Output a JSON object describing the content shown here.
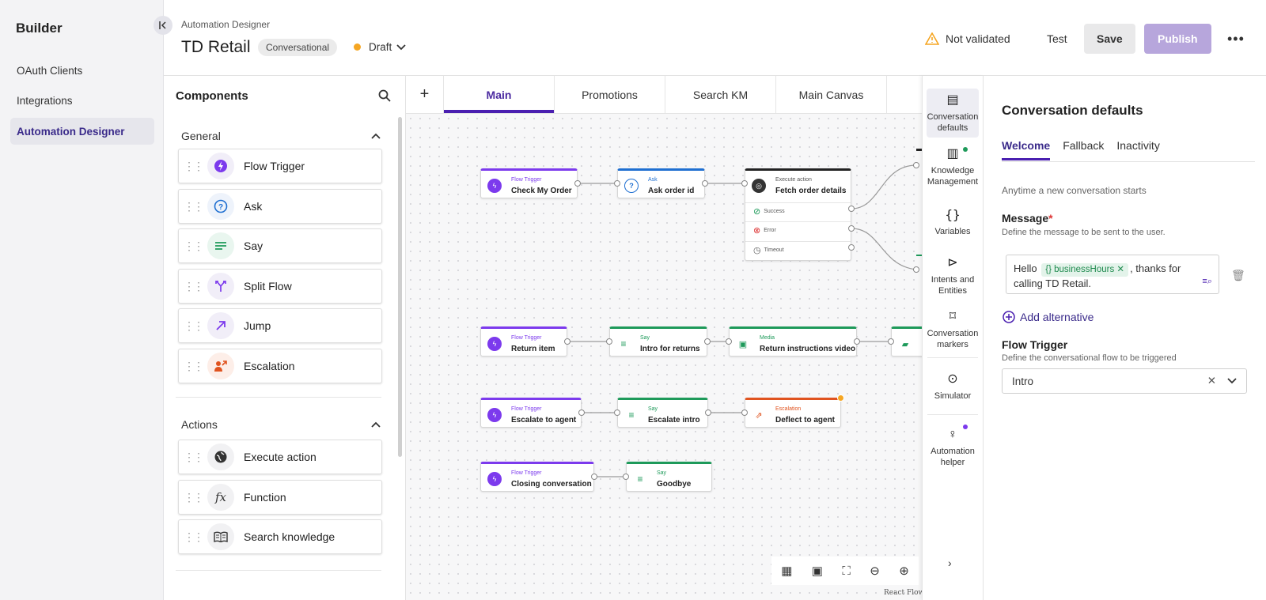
{
  "sidebar": {
    "brand": "Builder",
    "collapse_icon": "collapse-left-icon",
    "items": [
      {
        "label": "OAuth Clients",
        "active": false
      },
      {
        "label": "Integrations",
        "active": false
      },
      {
        "label": "Automation Designer",
        "active": true
      }
    ]
  },
  "header": {
    "breadcrumb": "Automation Designer",
    "title": "TD Retail",
    "type_badge": "Conversational",
    "status": "Draft",
    "status_color": "#f5a623",
    "validation": "Not validated",
    "test_label": "Test",
    "save_label": "Save",
    "publish_label": "Publish"
  },
  "components": {
    "title": "Components",
    "general": {
      "title": "General",
      "items": [
        {
          "label": "Flow Trigger",
          "icon": "bolt-icon"
        },
        {
          "label": "Ask",
          "icon": "question-icon"
        },
        {
          "label": "Say",
          "icon": "lines-icon"
        },
        {
          "label": "Split Flow",
          "icon": "split-icon"
        },
        {
          "label": "Jump",
          "icon": "arrow-up-right-icon"
        },
        {
          "label": "Escalation",
          "icon": "escalation-icon"
        }
      ]
    },
    "actions": {
      "title": "Actions",
      "items": [
        {
          "label": "Execute action",
          "icon": "globe-icon"
        },
        {
          "label": "Function",
          "icon": "function-icon"
        },
        {
          "label": "Search knowledge",
          "icon": "book-icon"
        }
      ]
    }
  },
  "canvas": {
    "tabs": [
      "Main",
      "Promotions",
      "Search KM",
      "Main Canvas"
    ],
    "active_tab": "Main",
    "nodes": {
      "n1": {
        "type": "Flow Trigger",
        "label": "Check My Order"
      },
      "n2": {
        "type": "Ask",
        "label": "Ask order id"
      },
      "n3": {
        "type": "Execute action",
        "label": "Fetch order details",
        "outcomes": [
          "Success",
          "Error",
          "Timeout"
        ]
      },
      "n4": {
        "type": "Flow Trigger",
        "label": "Return item"
      },
      "n5": {
        "type": "Say",
        "label": "Intro for returns"
      },
      "n6": {
        "type": "Media",
        "label": "Return instructions video"
      },
      "n7": {
        "type": "Flow Trigger",
        "label": "Escalate to agent"
      },
      "n8": {
        "type": "Say",
        "label": "Escalate intro"
      },
      "n9": {
        "type": "Escalation",
        "label": "Deflect to agent"
      },
      "n10": {
        "type": "Flow Trigger",
        "label": "Closing conversation"
      },
      "n11": {
        "type": "Say",
        "label": "Goodbye"
      }
    },
    "attribution": "React Flow"
  },
  "rail": {
    "items": [
      {
        "label": "Conversation defaults",
        "icon": "list-icon"
      },
      {
        "label": "Knowledge Management",
        "icon": "book-open-icon"
      },
      {
        "label": "Variables",
        "icon": "braces-icon"
      },
      {
        "label": "Intents and Entities",
        "icon": "tag-icon"
      },
      {
        "label": "Conversation markers",
        "icon": "bookmark-icon"
      },
      {
        "label": "Simulator",
        "icon": "play-icon"
      },
      {
        "label": "Automation helper",
        "icon": "lightbulb-icon"
      }
    ]
  },
  "defaults": {
    "title": "Conversation defaults",
    "tabs": [
      "Welcome",
      "Fallback",
      "Inactivity"
    ],
    "description": "Anytime a new conversation starts",
    "message_label": "Message",
    "message_hint": "Define the message to be sent to the user.",
    "message_prefix": "Hello",
    "message_variable": "businessHours",
    "message_suffix": ", thanks for calling TD Retail.",
    "add_alternative": "Add alternative",
    "flow_trigger_label": "Flow Trigger",
    "flow_trigger_hint": "Define the conversational flow to be triggered",
    "flow_trigger_value": "Intro"
  }
}
